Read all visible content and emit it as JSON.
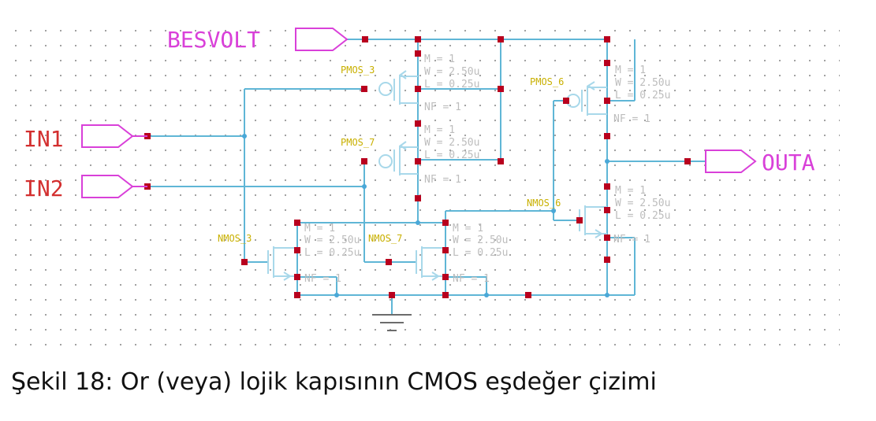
{
  "ports": {
    "supply": "BESVOLT",
    "input1": "IN1",
    "input2": "IN2",
    "output": "OUTA"
  },
  "devices": {
    "pmos3": {
      "name": "PMOS_3",
      "m": "M = 1",
      "w": "W = 2.50u",
      "l": "L = 0.25u",
      "nf": "NF = 1"
    },
    "pmos7": {
      "name": "PMOS_7",
      "m": "M = 1",
      "w": "W = 2.50u",
      "l": "L = 0.25u",
      "nf": "NF = 1"
    },
    "pmos6": {
      "name": "PMOS_6",
      "m": "M = 1",
      "w": "W = 2.50u",
      "l": "L = 0.25u",
      "nf": "NF = 1"
    },
    "nmos3": {
      "name": "NMOS_3",
      "m": "M = 1",
      "w": "W = 2.50u",
      "l": "L = 0.25u",
      "nf": "NF = 1"
    },
    "nmos7": {
      "name": "NMOS_7",
      "m": "M = 1",
      "w": "W = 2.50u",
      "l": "L = 0.25u",
      "nf": "NF = 1"
    },
    "nmos6": {
      "name": "NMOS_6",
      "m": "M = 1",
      "w": "W = 2.50u",
      "l": "L = 0.25u",
      "nf": "NF = 1"
    }
  },
  "colors": {
    "wire": "#5fb6d6",
    "node": "#b8001e",
    "port_supply_output": "#d940d9",
    "port_input": "#d32f2f",
    "device_name": "#c9b000",
    "params": "#bdbdbd"
  },
  "caption": "Şekil 18: Or (veya) lojik kapısının CMOS eşdeğer çizimi"
}
